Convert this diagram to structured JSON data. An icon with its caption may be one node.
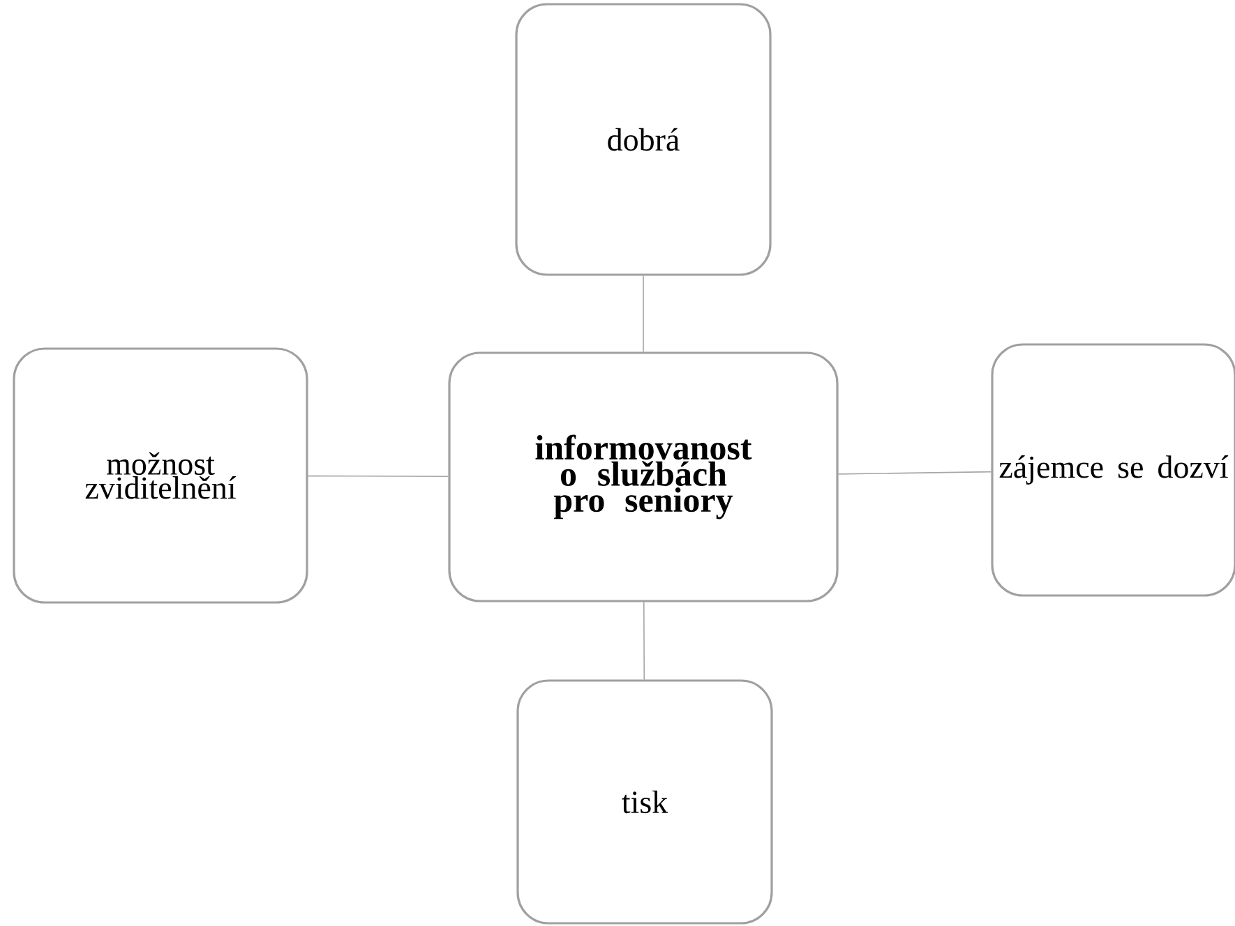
{
  "diagram": {
    "nodes": [
      {
        "text": [
          "informovanost o službách pro seniory"
        ]
      },
      {
        "text": [
          "dobrá"
        ]
      },
      {
        "text": [
          "možnost zviditelnění"
        ]
      },
      {
        "text": [
          "zájemce se dozví"
        ]
      },
      {
        "text": [
          "tisk"
        ]
      }
    ],
    "edges": [
      {
        "from": 0,
        "to": 1,
        "arrow": "none"
      },
      {
        "from": 0,
        "to": 2,
        "arrow": "none"
      },
      {
        "from": 0,
        "to": 3,
        "arrow": "none"
      },
      {
        "from": 0,
        "to": 4,
        "arrow": "none"
      }
    ]
  }
}
